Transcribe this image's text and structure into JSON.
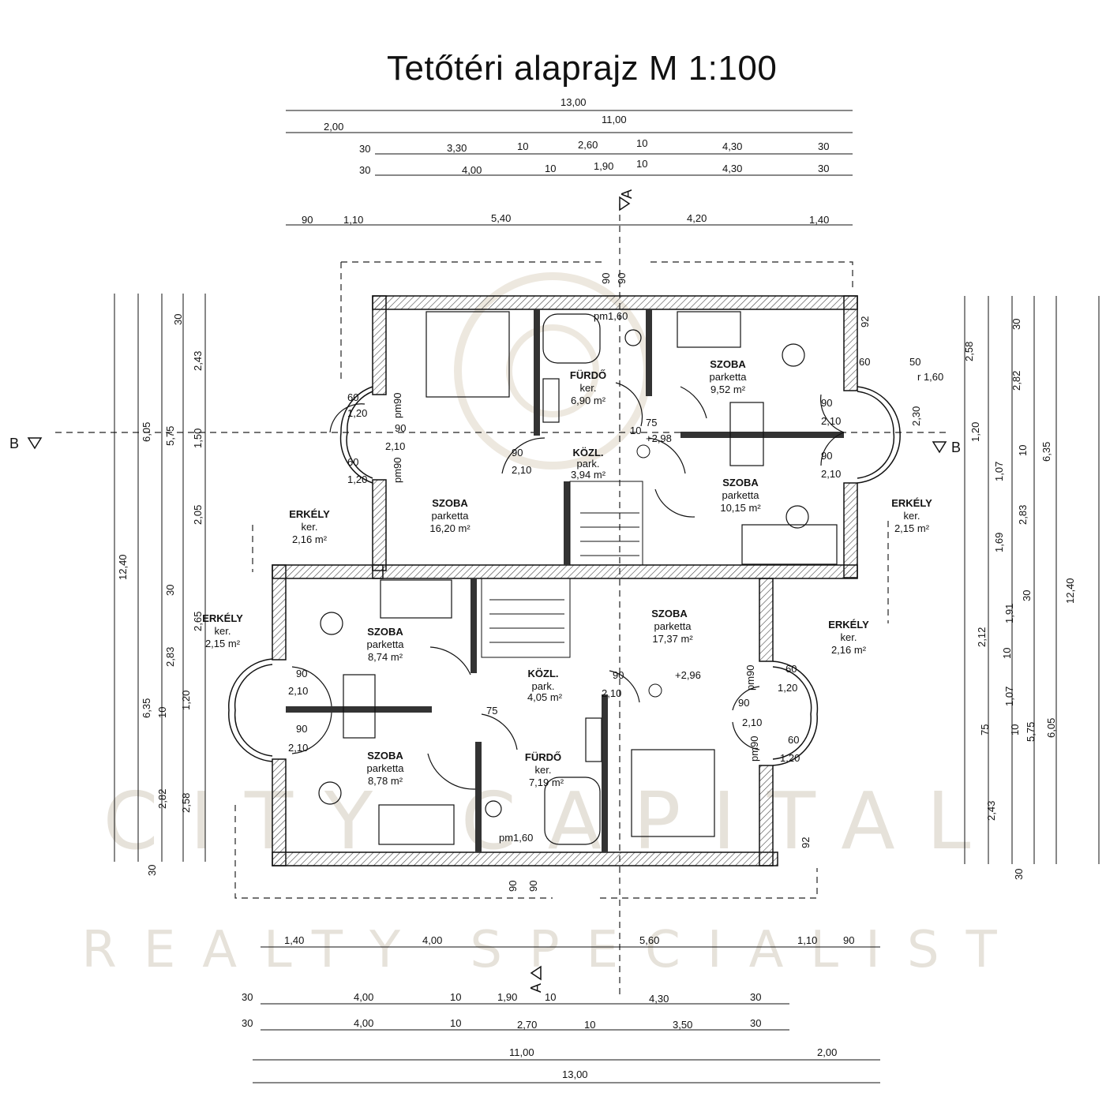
{
  "title": "Tetőtéri alaprajz M 1:100",
  "watermark": {
    "top": "CITY CAPITAL",
    "bottom": "REALTY SPECIALIST"
  },
  "sections": {
    "a_top": "A",
    "a_bottom": "A",
    "b_left": "B",
    "b_right": "B"
  },
  "dims_top": {
    "row1": [
      "13,00"
    ],
    "row2": [
      "2,00",
      "11,00"
    ],
    "row3": [
      "30",
      "3,30",
      "10",
      "2,60",
      "10",
      "4,30",
      "30"
    ],
    "row4": [
      "30",
      "4,00",
      "10",
      "1,90",
      "10",
      "4,30",
      "30"
    ],
    "row5": [
      "90",
      "1,10",
      "5,40",
      "4,20",
      "1,40"
    ]
  },
  "dims_bottom": {
    "row1": [
      "1,40",
      "4,00",
      "5,60",
      "1,10",
      "90"
    ],
    "row2": [
      "30",
      "4,00",
      "10",
      "1,90",
      "10",
      "4,30",
      "30"
    ],
    "row3": [
      "30",
      "4,00",
      "10",
      "2,70",
      "10",
      "3,50",
      "30"
    ],
    "row4": [
      "11,00",
      "2,00"
    ],
    "row5": [
      "13,00"
    ]
  },
  "dims_left": {
    "total": "12,40",
    "col2": [
      "6,05",
      "6,35"
    ],
    "col3": [
      "5,75",
      "30",
      "2,83",
      "10",
      "2,82",
      "30"
    ],
    "col4": [
      "30",
      "2,43",
      "1,50",
      "2,05",
      "2,65",
      "1,20",
      "2,58"
    ]
  },
  "dims_right": {
    "total": "12,40",
    "col2": [
      "6,35",
      "6,05"
    ],
    "col3": [
      "30",
      "2,82",
      "10",
      "2,83",
      "30",
      "1,91",
      "10",
      "1,07",
      "10",
      "5,75"
    ],
    "col4": [
      "2,58",
      "1,20",
      "1,07",
      "1,69",
      "2,12",
      "75",
      "2,43",
      "30"
    ]
  },
  "rooms": [
    {
      "name": "FÜRDŐ",
      "floor": "ker.",
      "area": "6,90 m²"
    },
    {
      "name": "SZOBA",
      "floor": "parketta",
      "area": "9,52 m²"
    },
    {
      "name": "KÖZL.",
      "floor": "park.",
      "area": "3,94 m²"
    },
    {
      "name": "SZOBA",
      "floor": "parketta",
      "area": "16,20 m²"
    },
    {
      "name": "SZOBA",
      "floor": "parketta",
      "area": "10,15 m²"
    },
    {
      "name": "ERKÉLY",
      "floor": "ker.",
      "area": "2,16 m²"
    },
    {
      "name": "ERKÉLY",
      "floor": "ker.",
      "area": "2,15 m²"
    },
    {
      "name": "SZOBA",
      "floor": "parketta",
      "area": "8,74 m²"
    },
    {
      "name": "SZOBA",
      "floor": "parketta",
      "area": "17,37 m²"
    },
    {
      "name": "ERKÉLY",
      "floor": "ker.",
      "area": "2,15 m²"
    },
    {
      "name": "ERKÉLY",
      "floor": "ker.",
      "area": "2,16 m²"
    },
    {
      "name": "KÖZL.",
      "floor": "park.",
      "area": "4,05 m²"
    },
    {
      "name": "SZOBA",
      "floor": "parketta",
      "area": "8,78 m²"
    },
    {
      "name": "FÜRDŐ",
      "floor": "ker.",
      "area": "7,19 m²"
    }
  ],
  "levels": [
    "+2,98",
    "+2,96"
  ],
  "openings": {
    "pm_top": "pm1,60",
    "pm_bottom": "pm1,60",
    "top_90": [
      "90",
      "90"
    ],
    "bottom_90": [
      "90",
      "90"
    ],
    "right_92": "92",
    "bottom_92": "92",
    "door_90": "90",
    "door_210": "2,10",
    "win_60": "60",
    "win_120": "1,20",
    "win_50": "50",
    "r160": "r 1,60",
    "d_230": "2,30",
    "d_75": "75",
    "d_10": "10",
    "pm90": "pm90"
  }
}
